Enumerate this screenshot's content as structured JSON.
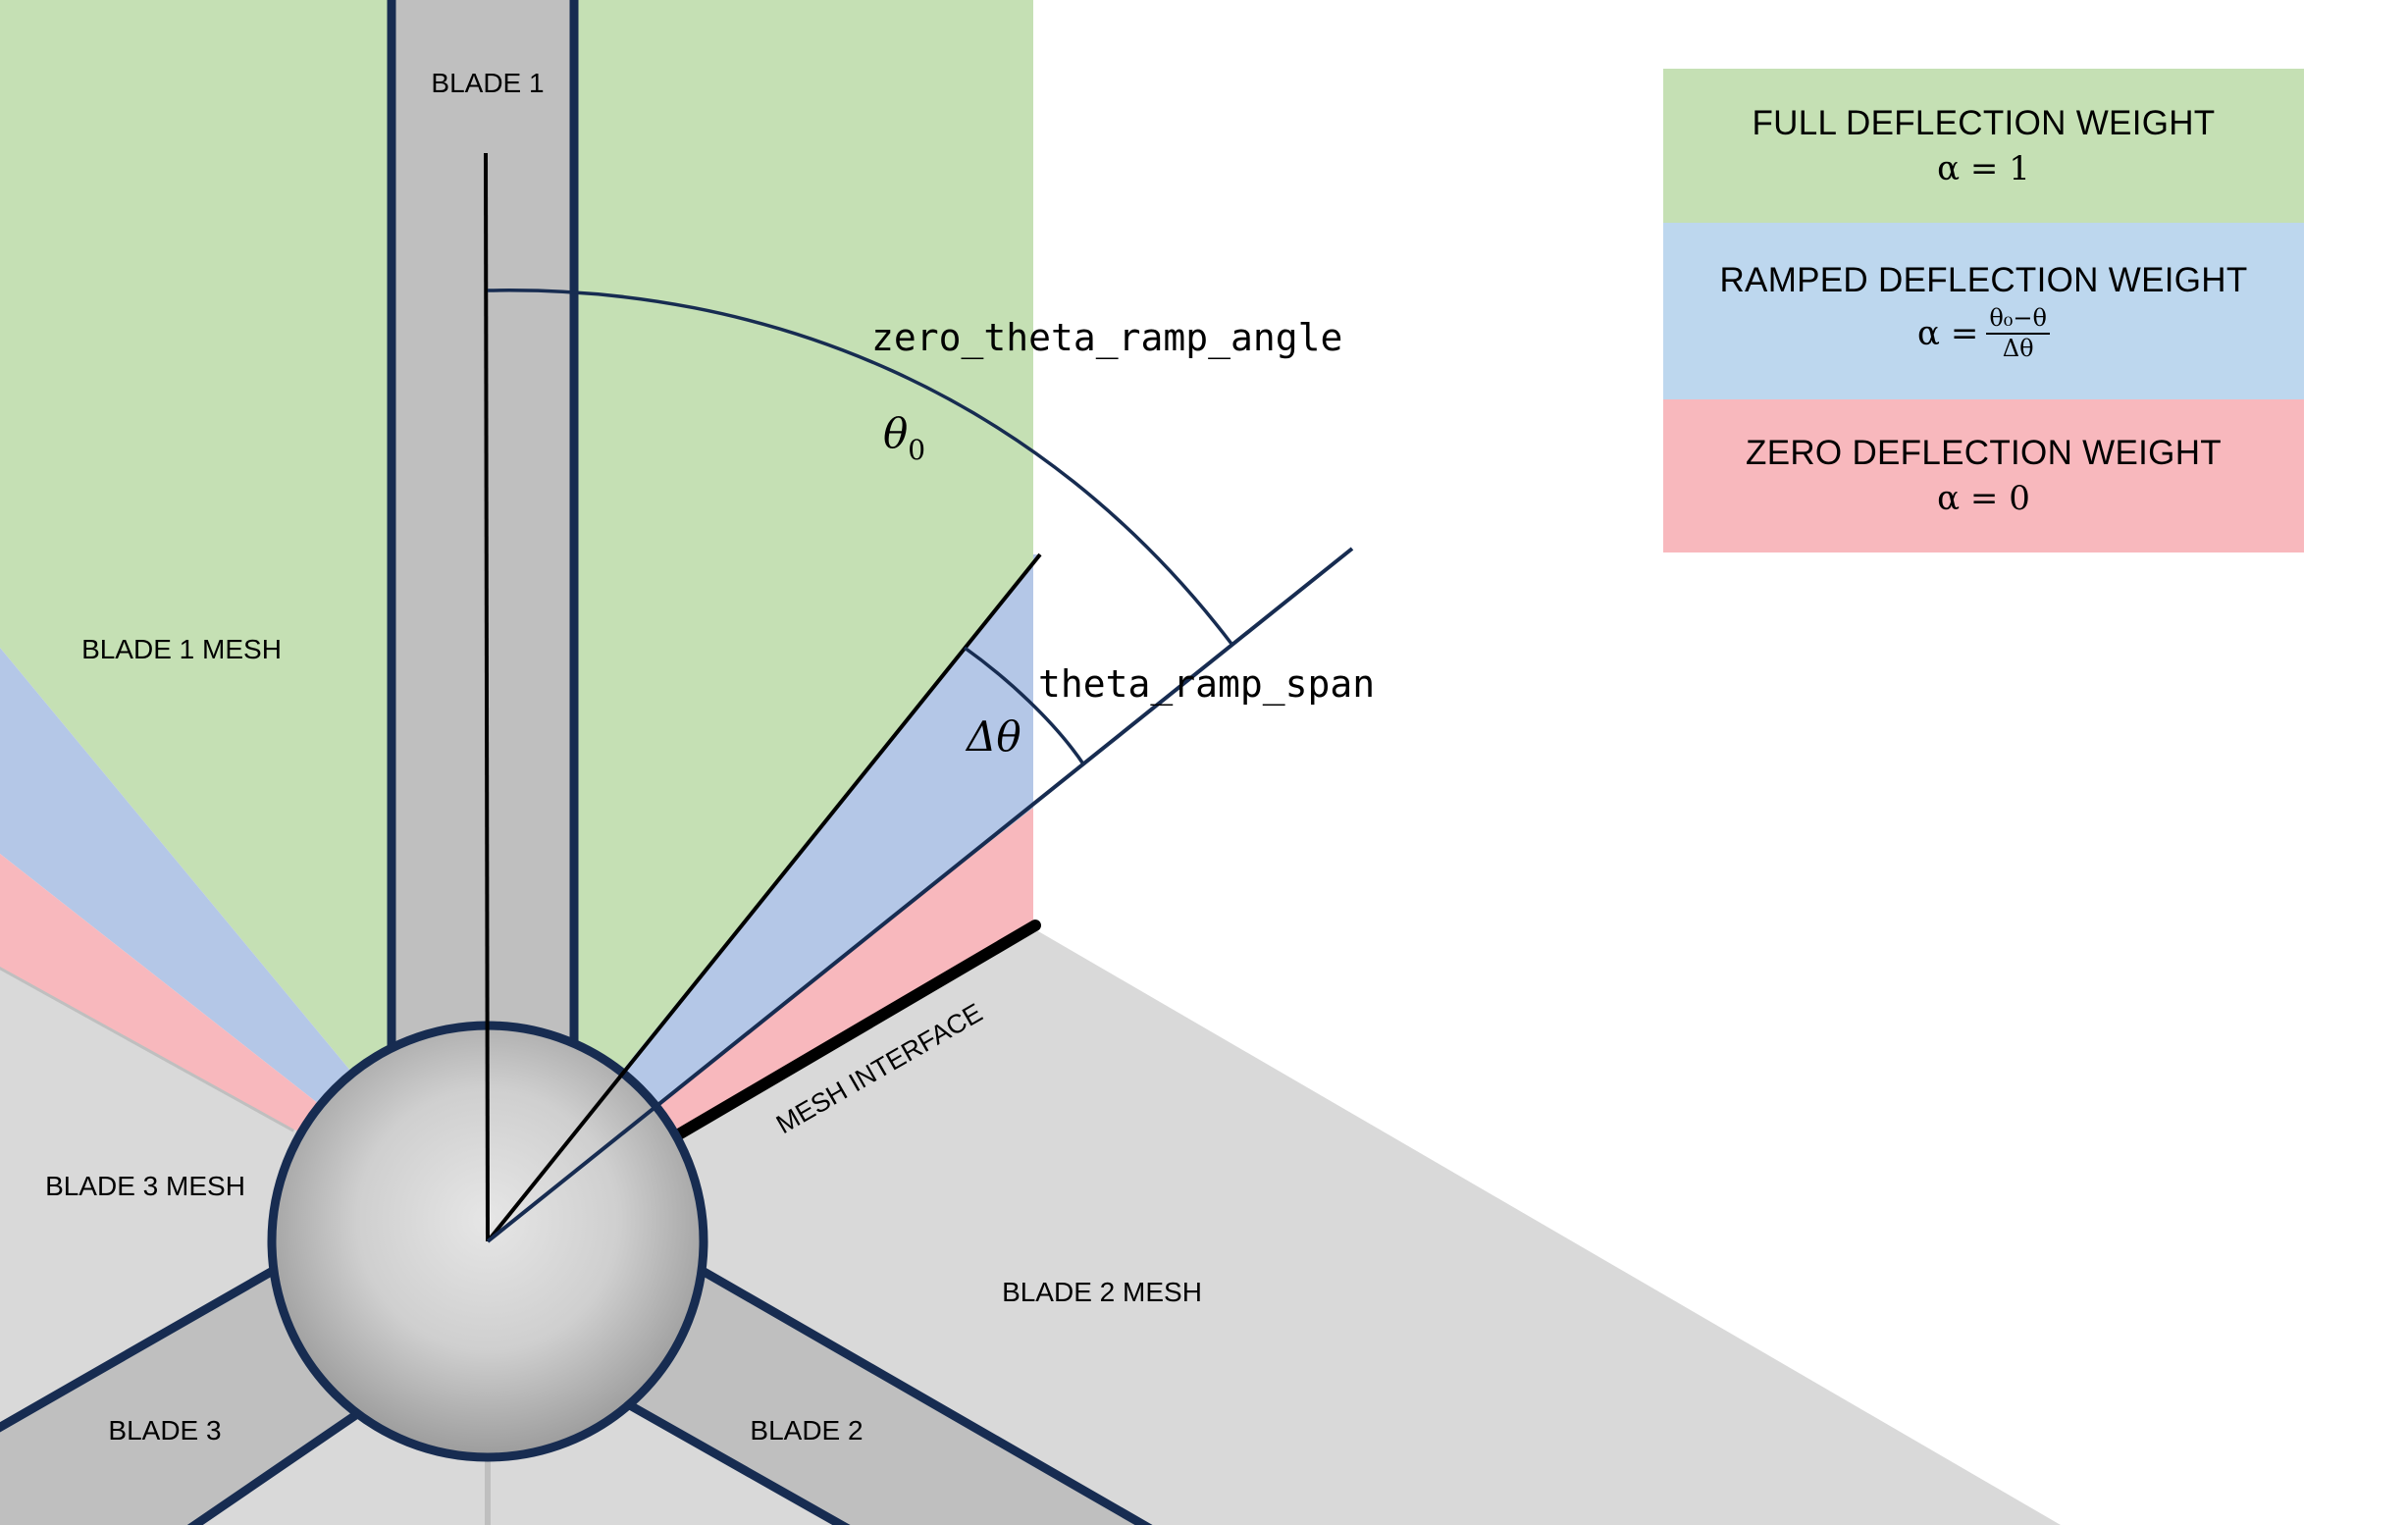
{
  "labels": {
    "blade1": "BLADE 1",
    "blade2": "BLADE 2",
    "blade3": "BLADE 3",
    "blade1_mesh": "BLADE 1 MESH",
    "blade2_mesh": "BLADE 2 MESH",
    "blade3_mesh": "BLADE 3 MESH",
    "mesh_interface": "MESH INTERFACE",
    "zero_theta_ramp_angle": "zero_theta_ramp_angle",
    "theta_ramp_span": "theta_ramp_span",
    "theta0_symbol": "θ",
    "theta0_sub": "0",
    "delta_theta": "Δθ"
  },
  "legend": {
    "full": {
      "title": "FULL DEFLECTION WEIGHT",
      "formula": "α = 1",
      "color": "#c5e0b4"
    },
    "ramped": {
      "title": "RAMPED DEFLECTION WEIGHT",
      "formula_prefix": "α =",
      "numerator": "θ₀−θ",
      "denominator": "Δθ",
      "color": "#bdd7ee"
    },
    "zero": {
      "title": "ZERO DEFLECTION WEIGHT",
      "formula": "α = 0",
      "color": "#f8b8bd"
    }
  },
  "colors": {
    "full_region": "#c5e0b4",
    "ramp_region": "#b4c7e7",
    "zero_region": "#f8b8bd",
    "other_mesh": "#d9d9d9",
    "blade": "#bfbfbf",
    "outline": "#172c51"
  }
}
